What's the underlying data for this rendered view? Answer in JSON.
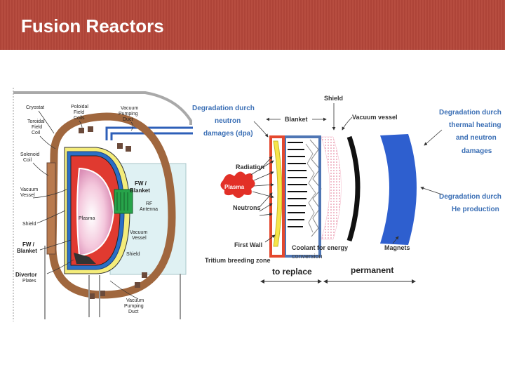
{
  "slide": {
    "title": "Fusion Reactors",
    "header_color": "#b5473a"
  },
  "left_diagram": {
    "labels": {
      "cryostat": "Cryostat",
      "poloidal_1": "Poloidal",
      "poloidal_2": "Field",
      "poloidal_3": "Coils",
      "vacuum_top_1": "Vacuum",
      "vacuum_top_2": "Pumping",
      "vacuum_top_3": "Duct",
      "toroidal_1": "Toroidal",
      "toroidal_2": "Field",
      "toroidal_3": "Coil",
      "solenoid_1": "Solenoid",
      "solenoid_2": "Coil",
      "vessel_left_1": "Vacuum",
      "vessel_left_2": "Vessel",
      "fw_blanket_1": "FW /",
      "fw_blanket_2": "Blanket",
      "rf_1": "RF",
      "rf_2": "Antenna",
      "plasma": "Plasma",
      "vessel_right_1": "Vacuum",
      "vessel_right_2": "Vessel",
      "shield_right": "Shield",
      "shield_left": "Shield",
      "fw_left_1": "FW /",
      "fw_left_2": "Blanket",
      "divertor_1": "Divertor",
      "divertor_2": "Plates",
      "vacuum_bottom_1": "Vacuum",
      "vacuum_bottom_2": "Pumping",
      "vacuum_bottom_3": "Duct"
    }
  },
  "right_diagram": {
    "labels": {
      "degradation_left_1": "Degradation durch",
      "degradation_left_2": "neutron",
      "degradation_left_3": "damages (dpa)",
      "shield": "Shield",
      "blanket": "Blanket",
      "vacuum_vessel": "Vacuum vessel",
      "degradation_right_1": "Degradation durch",
      "degradation_right_2": "thermal heating",
      "degradation_right_3": "and neutron",
      "degradation_right_4": "damages",
      "radiation": "Radiation",
      "plasma": "Plasma",
      "neutrons": "Neutrons",
      "degradation_he_1": "Degradation durch",
      "degradation_he_2": "He production",
      "first_wall": "First Wall",
      "coolant_1": "Coolant for energy",
      "coolant_2": "conversion",
      "magnets": "Magnets",
      "tritium": "Tritium breeding zone",
      "to_replace": "to replace",
      "permanent": "permanent"
    }
  },
  "colors": {
    "copper": "#a0673e",
    "blue_annotation": "#3b6fb5",
    "magnet_blue": "#2e5fcf",
    "plasma_red": "#e23027",
    "replace_box": "#e4482e",
    "permanent_box": "#4f76b4"
  }
}
